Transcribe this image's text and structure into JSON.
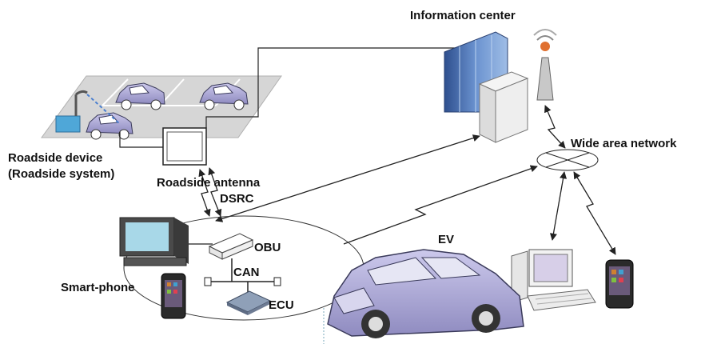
{
  "labels": {
    "information_center": "Information center",
    "wide_area_network": "Wide area network",
    "roadside_device_line1": "Roadside device",
    "roadside_device_line2": "(Roadside system)",
    "roadside_antenna": "Roadside antenna",
    "dsrc": "DSRC",
    "obu": "OBU",
    "ev": "EV",
    "can": "CAN",
    "smart_phone": "Smart-phone",
    "ecu": "ECU"
  },
  "colors": {
    "car_body": "#b8b4dc",
    "car_outline": "#3a3a5a",
    "parking_lot": "#d6d6d6",
    "building_blue": "#4f77b8",
    "server": "#eeeeee",
    "screen": "#a8d8e8",
    "chip": "#8fa0b8",
    "line": "#222222"
  }
}
